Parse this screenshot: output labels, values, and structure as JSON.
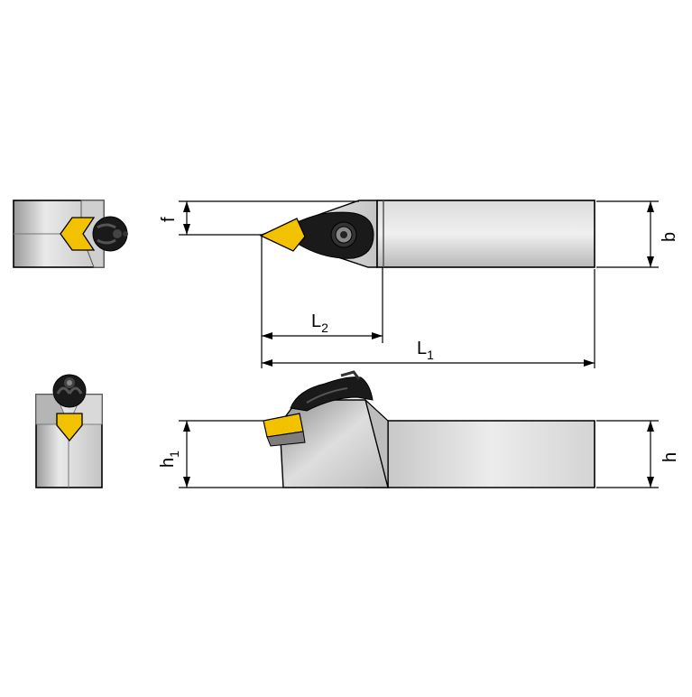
{
  "dimensions": {
    "f": "f",
    "b": "b",
    "l2_main": "L",
    "l2_sub": "2",
    "l1_main": "L",
    "l1_sub": "1",
    "h1_main": "h",
    "h1_sub": "1",
    "h": "h"
  },
  "colors": {
    "insert": "#f2c200",
    "insert_dark": "#c89a00",
    "clamp": "#1a1a1a",
    "steel_light": "#e6e6e6",
    "steel_dark": "#8a8a8a"
  },
  "icons": {
    "end_view_top": "tool-end-view-icon",
    "end_view_bottom": "tool-front-view-icon"
  }
}
